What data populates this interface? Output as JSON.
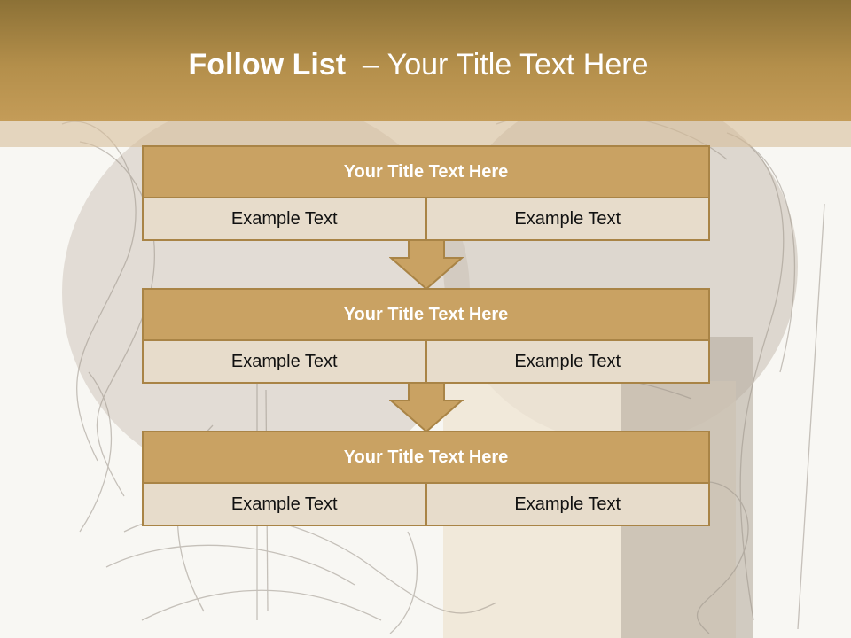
{
  "header": {
    "title_bold": "Follow List",
    "title_rest": "  – Your Title Text Here"
  },
  "steps": [
    {
      "title": "Your Title Text Here",
      "left": "Example Text",
      "right": "Example Text"
    },
    {
      "title": "Your Title Text Here",
      "left": "Example Text",
      "right": "Example Text"
    },
    {
      "title": "Your Title Text Here",
      "left": "Example Text",
      "right": "Example Text"
    }
  ],
  "colors": {
    "header_dark": "#8c7136",
    "header_light": "#c49c58",
    "box_title_fill": "#c9a263",
    "box_cell_fill": "#e7dccb",
    "border": "#a98446"
  }
}
